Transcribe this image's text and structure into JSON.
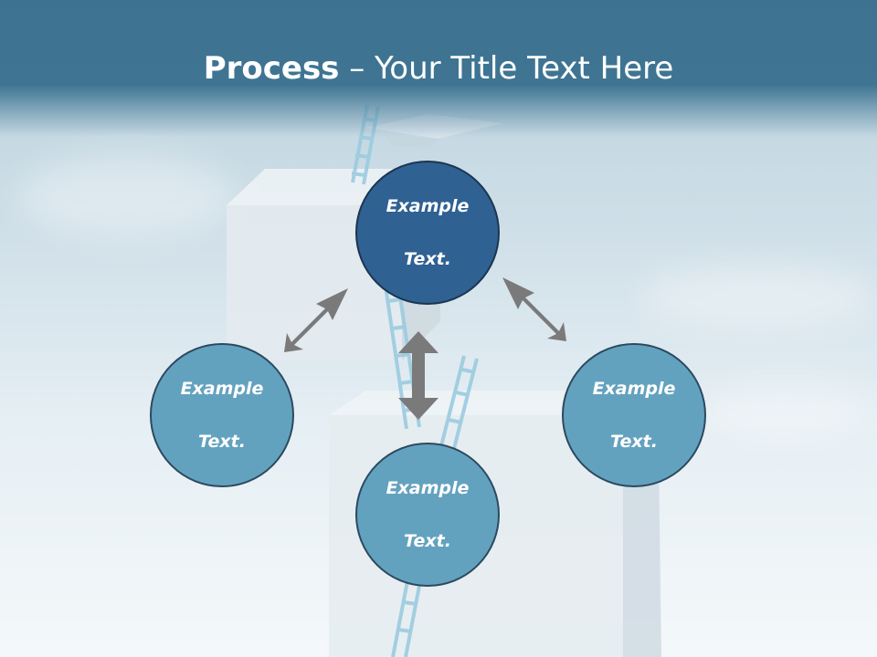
{
  "title": {
    "bold": "Process",
    "rest": " – Your Title Text Here"
  },
  "nodes": [
    {
      "label_line1": "Example",
      "label_line2": "Text."
    },
    {
      "label_line1": "Example",
      "label_line2": "Text."
    },
    {
      "label_line1": "Example",
      "label_line2": "Text."
    },
    {
      "label_line1": "Example",
      "label_line2": "Text."
    }
  ],
  "colors": {
    "header": "#3d7391",
    "node_top": "#2f6193",
    "node_other": "#63a2bf",
    "arrow": "#7a7a7a",
    "ladder": "#9ccbe0"
  }
}
